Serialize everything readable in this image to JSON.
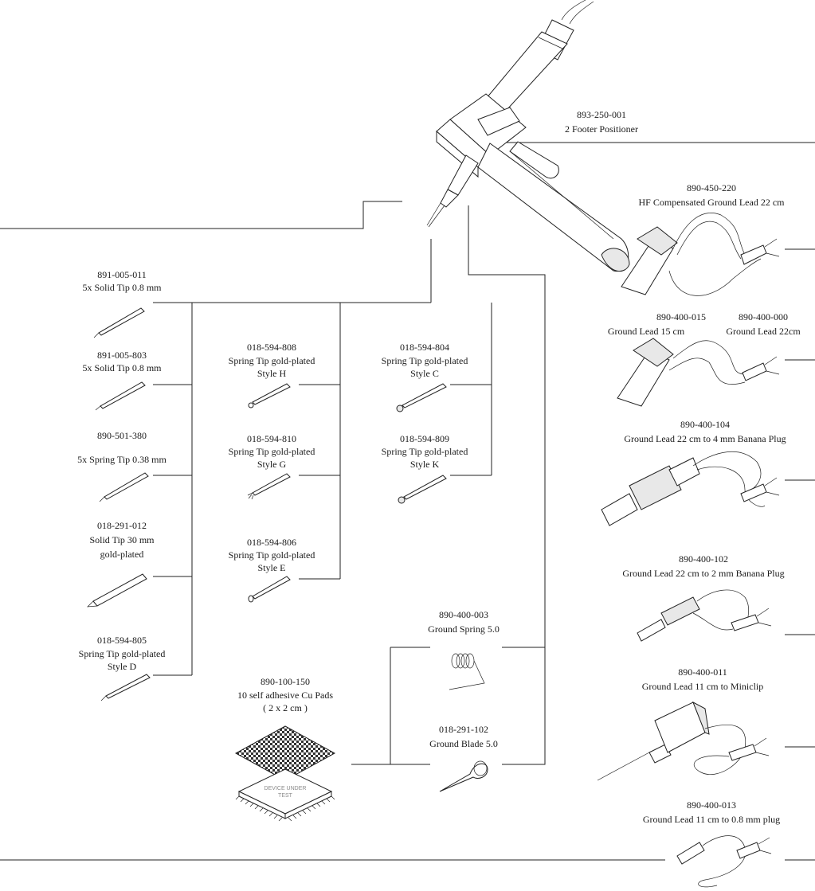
{
  "positioner": {
    "part_no": "893-250-001",
    "desc": "2 Footer Positioner"
  },
  "hf_ground_lead": {
    "part_no": "890-450-220",
    "desc": "HF Compensated Ground Lead 22 cm"
  },
  "ground_lead_15": {
    "part_no": "890-400-015",
    "desc": "Ground Lead 15 cm"
  },
  "ground_lead_22": {
    "part_no": "890-400-000",
    "desc": "Ground Lead  22cm"
  },
  "banana_4mm": {
    "part_no": "890-400-104",
    "desc": "Ground Lead 22 cm to 4 mm Banana Plug"
  },
  "banana_2mm": {
    "part_no": "890-400-102",
    "desc": "Ground Lead 22 cm to 2 mm Banana Plug"
  },
  "miniclip": {
    "part_no": "890-400-011",
    "desc": "Ground Lead 11 cm to Miniclip"
  },
  "plug_08": {
    "part_no": "890-400-013",
    "desc": "Ground Lead 11 cm to 0.8 mm plug"
  },
  "solid_tip_011": {
    "part_no": "891-005-011",
    "desc": "5x Solid Tip 0.8 mm"
  },
  "solid_tip_803": {
    "part_no": "891-005-803",
    "desc": "5x Solid Tip 0.8 mm"
  },
  "spring_tip_380": {
    "part_no": "890-501-380",
    "desc": "5x Spring Tip 0.38 mm"
  },
  "solid_tip_30": {
    "part_no": "018-291-012",
    "desc_line1": "Solid Tip 30 mm",
    "desc_line2": "gold-plated"
  },
  "style_d": {
    "part_no": "018-594-805",
    "desc": "Spring Tip gold-plated",
    "style": "Style D"
  },
  "style_h": {
    "part_no": "018-594-808",
    "desc": "Spring Tip gold-plated",
    "style": "Style H"
  },
  "style_g": {
    "part_no": "018-594-810",
    "desc": "Spring Tip gold-plated",
    "style": "Style G"
  },
  "style_e": {
    "part_no": "018-594-806",
    "desc": "Spring Tip gold-plated",
    "style": "Style E"
  },
  "style_c": {
    "part_no": "018-594-804",
    "desc": "Spring Tip gold-plated",
    "style": "Style C"
  },
  "style_k": {
    "part_no": "018-594-809",
    "desc": "Spring Tip gold-plated",
    "style": "Style K"
  },
  "ground_spring": {
    "part_no": "890-400-003",
    "desc": "Ground Spring 5.0"
  },
  "ground_blade": {
    "part_no": "018-291-102",
    "desc": "Ground Blade 5.0"
  },
  "cu_pads": {
    "part_no": "890-100-150",
    "desc": "10 self adhesive Cu Pads",
    "size": "( 2 x 2 cm )",
    "chip_line1": "DEVICE UNDER",
    "chip_line2": "TEST"
  }
}
